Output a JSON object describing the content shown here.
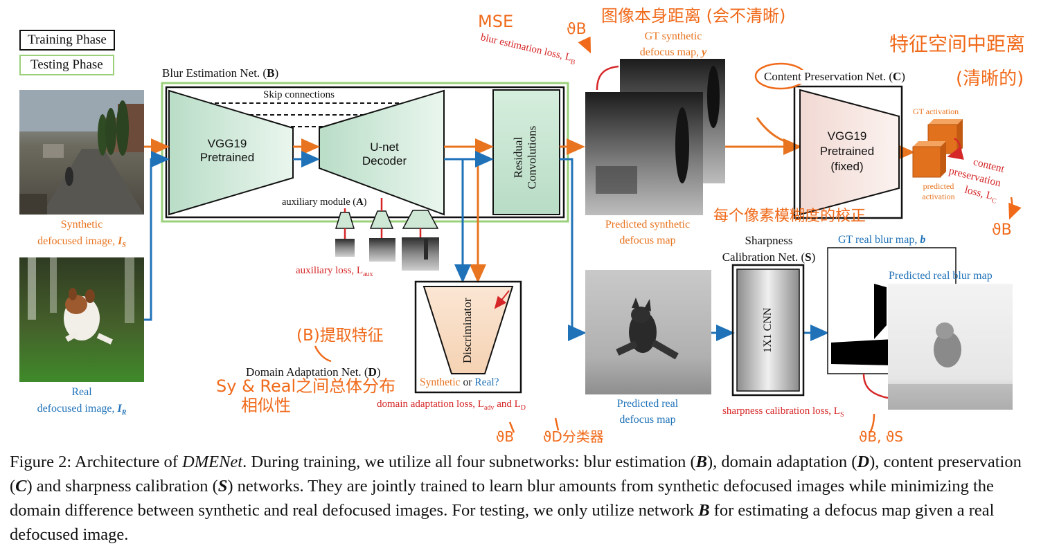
{
  "legend": {
    "training": "Training Phase",
    "testing": "Testing Phase"
  },
  "blur_net": {
    "title_prefix": "Blur Estimation Net. (",
    "title_letter": "B",
    "title_suffix": ")",
    "skip": "Skip connections",
    "vgg_line1": "VGG19",
    "vgg_line2": "Pretrained",
    "unet_line1": "U-net",
    "unet_line2": "Decoder",
    "residual_line1": "Residual",
    "residual_line2": "Convolutions",
    "aux_module_prefix": "auxiliary module (",
    "aux_module_letter": "A",
    "aux_module_suffix": ")",
    "aux_loss": "auxiliary loss, L",
    "aux_loss_sub": "aux"
  },
  "inputs": {
    "synthetic_line1": "Synthetic",
    "synthetic_line2": "defocused image, ",
    "synthetic_symbol": "I",
    "synthetic_sub": "S",
    "real_line1": "Real",
    "real_line2": "defocused image, ",
    "real_symbol": "I",
    "real_sub": "R"
  },
  "outputs": {
    "pred_synth_line1": "Predicted synthetic",
    "pred_synth_line2": "defocus map",
    "gt_synth_line1": "GT synthetic",
    "gt_synth_line2": "defocus map, ",
    "gt_synth_symbol": "y",
    "blur_loss": "blur estimation loss, L",
    "blur_loss_sub": "B",
    "pred_real_line1": "Predicted real",
    "pred_real_line2": "defocus map",
    "gt_real_prefix": "GT real blur map, ",
    "gt_real_symbol": "b",
    "pred_real_blur": "Predicted real blur map"
  },
  "content_net": {
    "title_prefix": "Content Preservation Net. (",
    "title_letter": "C",
    "title_suffix": ")",
    "vgg_line1": "VGG19",
    "vgg_line2": "Pretrained",
    "vgg_line3": "(fixed)",
    "gt_activation": "GT activation",
    "pred_act_line1": "predicted",
    "pred_act_line2": "activation",
    "loss_line1": "content",
    "loss_line2": "preservation",
    "loss_line3": "loss, L",
    "loss_sub": "C"
  },
  "domain_net": {
    "title_prefix": "Domain Adaptation Net. (",
    "title_letter": "D",
    "title_suffix": ")",
    "discriminator": "Discriminator",
    "synthetic": "Synthetic",
    "or": " or ",
    "real": "Real?",
    "loss_prefix": "domain adaptation loss, L",
    "loss_sub1": "adv",
    "loss_mid": " and L",
    "loss_sub2": "D"
  },
  "sharp_net": {
    "title_line1": "Sharpness",
    "title_line2_prefix": "Calibration Net. (",
    "title_letter": "S",
    "title_suffix": ")",
    "cnn": "1X1 CNN",
    "loss_prefix": "sharpness calibration loss, L",
    "loss_sub": "S"
  },
  "annotations": {
    "mse": "MSE",
    "theta_b1": "ϑB",
    "image_distance": "图像本身距离 (会不清晰)",
    "feature_distance": "特征空间中距离",
    "clear": "(清晰的)",
    "theta_b2": "ϑB",
    "pixel_blur": "每个像素模糊度的校正",
    "feature_extract": "(B)提取特征",
    "dist_similarity_line1": "Sy & Real之间总体分布",
    "dist_similarity_line2": "相似性",
    "theta_b3": "ϑB",
    "theta_d": "ϑD分类器",
    "theta_bs": "ϑB, ϑS"
  },
  "caption": {
    "p1": "Figure 2: Architecture of ",
    "name": "DMENet",
    "p2": ". During training, we utilize all four subnetworks: blur estimation (",
    "b": "B",
    "p3": "), domain adaptation (",
    "d": "D",
    "p4": "), content preservation (",
    "c": "C",
    "p5": ") and sharpness calibration (",
    "s": "S",
    "p6": ") networks. They are jointly trained to learn blur amounts from synthetic defocused images while minimizing the domain difference between synthetic and real defocused images. For testing, we only utilize network ",
    "b2": "B",
    "p7": " for estimating a defocus map given a real defocused image."
  },
  "colors": {
    "orange": "#e87420",
    "blue": "#1f72b8",
    "red": "#d62728",
    "green": "#9bd07a",
    "handwriting": "#f06a1a"
  }
}
